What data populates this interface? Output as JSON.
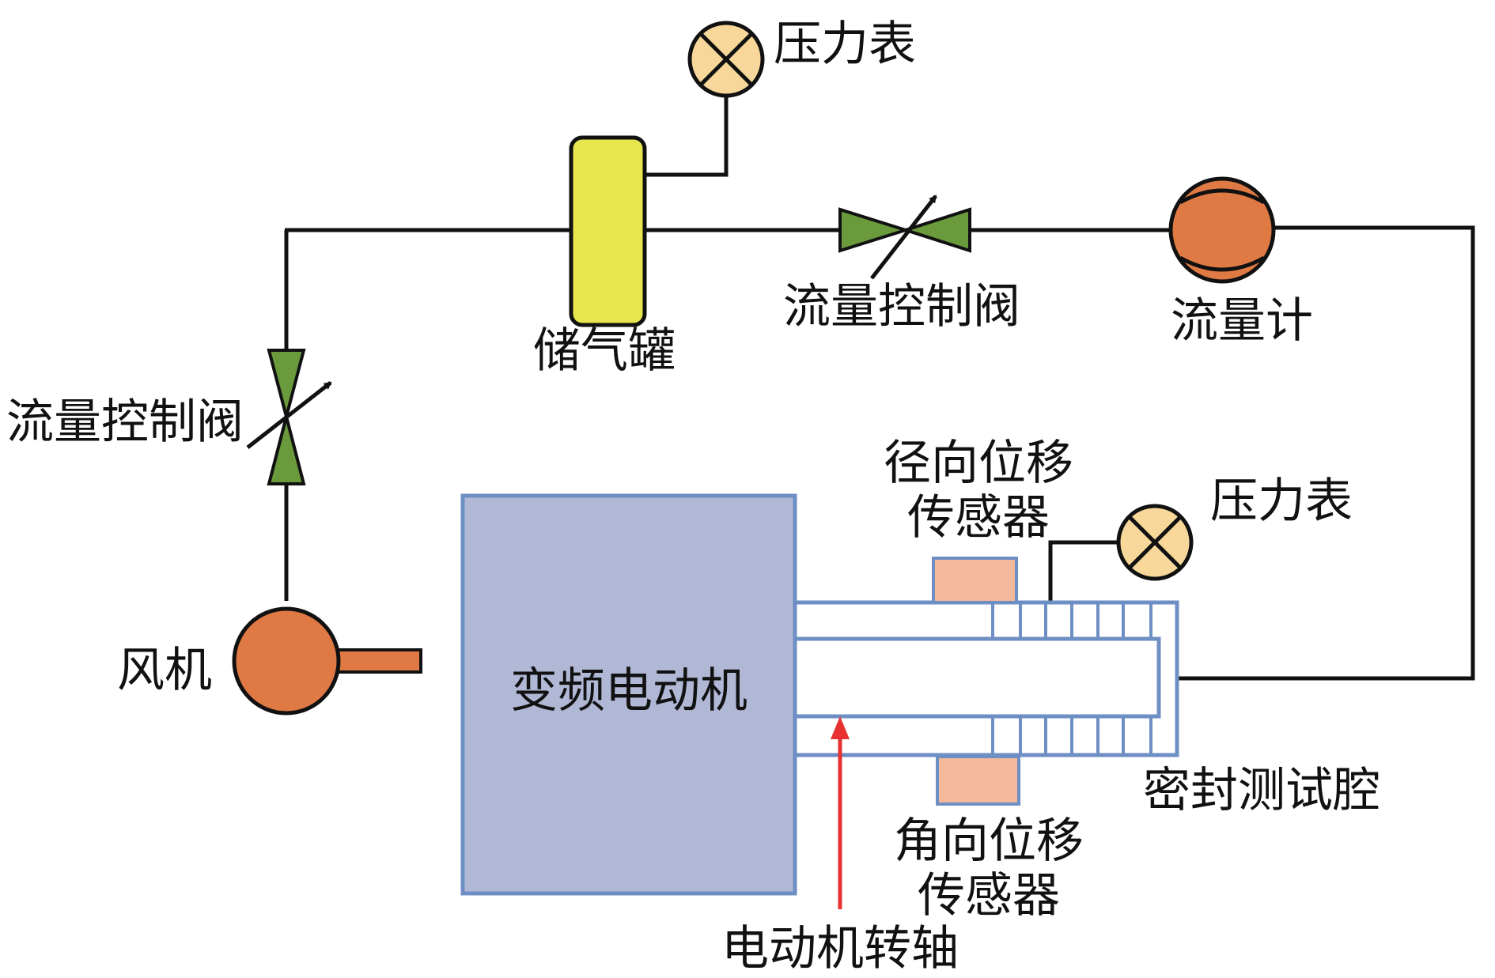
{
  "labels": {
    "gauge_top": "压力表",
    "storage_tank": "储气罐",
    "valve_top": "流量控制阀",
    "flowmeter": "流量计",
    "valve_left": "流量控制阀",
    "fan": "风机",
    "motor": "变频电动机",
    "radial_sensor_line1": "径向位移",
    "radial_sensor_line2": "传感器",
    "gauge_right": "压力表",
    "seal_chamber": "密封测试腔",
    "angular_sensor_line1": "角向位移",
    "angular_sensor_line2": "传感器",
    "motor_shaft": "电动机转轴"
  },
  "colors": {
    "pipe": "#111111",
    "tank": "#e8e64e",
    "gauge": "#f8d89a",
    "flowmeter": "#e07a45",
    "valve": "#6a9a3c",
    "fan": "#e07a45",
    "motor_fill": "#b0b8d6",
    "motor_stroke": "#6e8fc4",
    "sensor": "#f4b89c",
    "arrow": "#e83030"
  }
}
